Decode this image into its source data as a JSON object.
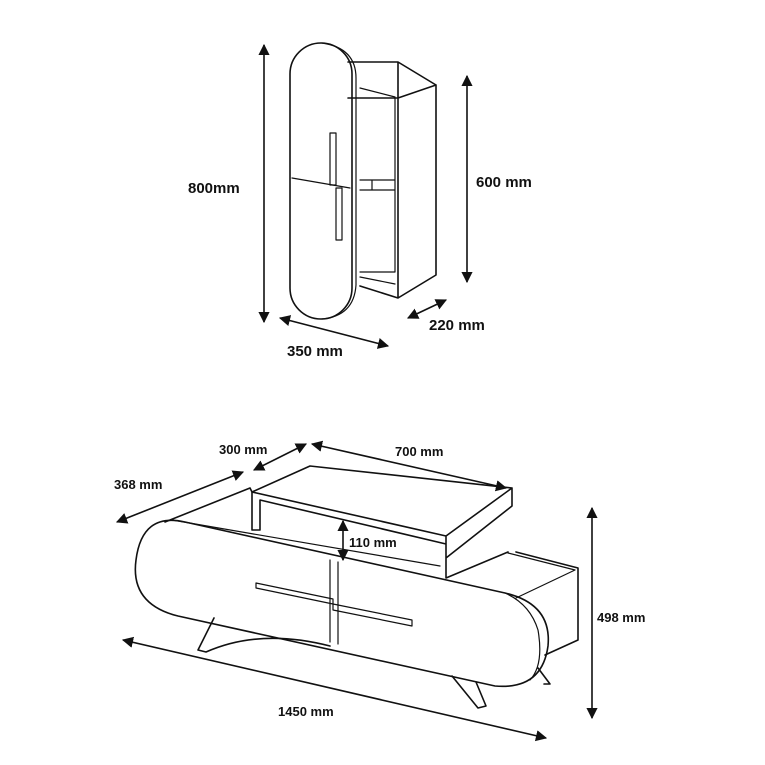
{
  "cabinet": {
    "height_label": "800mm",
    "box_height_label": "600 mm",
    "width_label": "350 mm",
    "depth_label": "220 mm"
  },
  "tv_unit": {
    "top_depth_label": "300 mm",
    "top_width_label": "700 mm",
    "depth_label": "368 mm",
    "shelf_gap_label": "110 mm",
    "height_label": "498 mm",
    "width_label": "1450 mm"
  }
}
